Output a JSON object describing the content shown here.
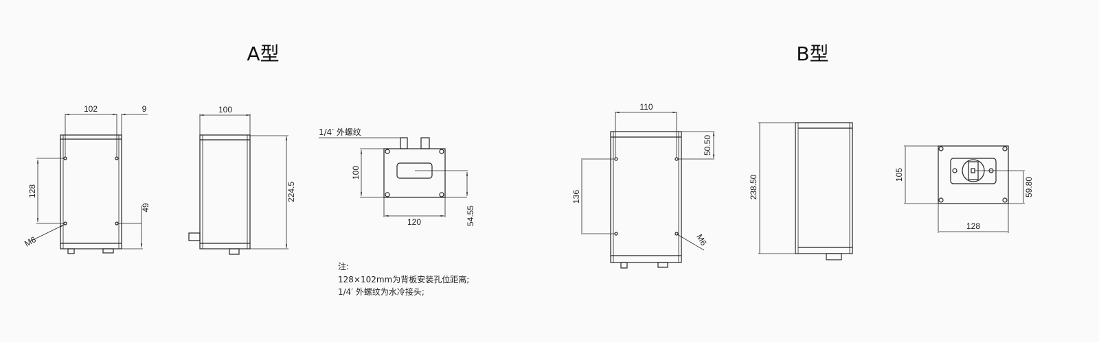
{
  "titles": {
    "a": "A型",
    "b": "B型"
  },
  "type_a": {
    "front": {
      "width_holes": "102",
      "offset": "9",
      "height_holes": "128",
      "bottom_offset": "49",
      "thread": "M6"
    },
    "side": {
      "depth": "100",
      "height": "224.5"
    },
    "back": {
      "connector_label": "1/4′ 外螺纹",
      "height": "100",
      "width": "120",
      "window_offset": "54.55"
    }
  },
  "notes": {
    "heading": "注:",
    "line1": "128×102mm为背板安装孔位距离;",
    "line2": "1/4′ 外螺纹为水冷接头;"
  },
  "type_b": {
    "front": {
      "width_holes": "110",
      "top_offset": "50.50",
      "height_holes": "136",
      "thread": "M6"
    },
    "side": {
      "height": "238.50"
    },
    "back": {
      "height": "105",
      "width": "128",
      "window_offset": "59.80"
    }
  }
}
